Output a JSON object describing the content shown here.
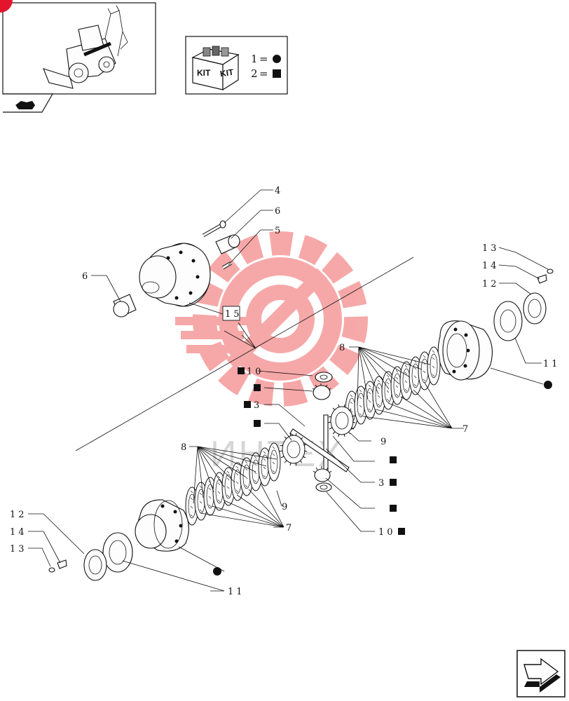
{
  "legend": {
    "kit_words": [
      "KIT",
      "KIT"
    ],
    "rows": [
      {
        "number": "1",
        "symbol": "circle"
      },
      {
        "number": "2",
        "symbol": "square"
      }
    ]
  },
  "watermark": {
    "text": "ИНТЕХ",
    "color": "#f59a9a"
  },
  "colors": {
    "accent": "#e3142b",
    "line": "#111111",
    "watermark": "#f59a9a"
  },
  "callouts": {
    "c4": "4",
    "c6a": "6",
    "c5": "5",
    "c6b": "6",
    "c15": "15",
    "c13a": "13",
    "c14a": "14",
    "c12a": "12",
    "c11a": "11",
    "c8a": "8",
    "c7a": "7",
    "c9a": "9",
    "c10a": "10",
    "c3a": "3",
    "c3b": "3",
    "c10b": "10",
    "c8b": "8",
    "c9b": "9",
    "c7b": "7",
    "c12b": "12",
    "c14b": "14",
    "c13b": "13",
    "c11b": "11"
  },
  "icons": {
    "thumbnail": "backhoe-loader-thumbnail",
    "section": "section-hand-icon",
    "next": "next-page-arrow-icon"
  }
}
